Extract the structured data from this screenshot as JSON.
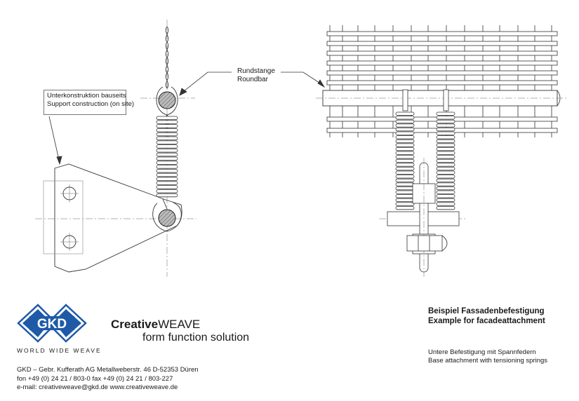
{
  "labels": {
    "support_de": "Unterkonstruktion bauseits",
    "support_en": "Support construction (on site)",
    "roundbar_de": "Rundstange",
    "roundbar_en": "Roundbar"
  },
  "logo": {
    "text": "GKD",
    "tagline": "WORLD WIDE WEAVE",
    "color": "#1e5aa8"
  },
  "brand": {
    "bold": "Creative",
    "rest": "WEAVE",
    "tagline": "form function solution"
  },
  "address": {
    "line1": "GKD – Gebr. Kufferath AG   Metallweberstr. 46   D-52353 Düren",
    "line2": "fon +49 (0) 24 21 / 803-0   fax +49 (0) 24 21 / 803-227",
    "line3": "e-mail: creativeweave@gkd.de   www.creativeweave.de"
  },
  "title": {
    "de": "Beispiel Fassadenbefestigung",
    "en": "Example for facadeattachment"
  },
  "subtitle": {
    "de": "Untere Befestigung mit Spannfedern",
    "en": "Base attachment with tensioning springs"
  }
}
